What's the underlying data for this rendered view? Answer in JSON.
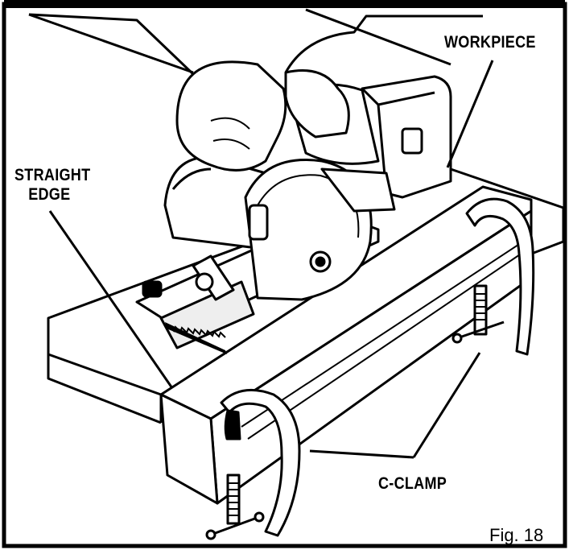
{
  "labels": {
    "workpiece": "WORKPIECE",
    "straight_edge_line1": "STRAIGHT",
    "straight_edge_line2": "EDGE",
    "c_clamp": "C-CLAMP"
  },
  "caption": "Fig. 18",
  "colors": {
    "ink": "#000000",
    "paper": "#ffffff",
    "shade": "#d9d9d9",
    "dark_shade": "#555555"
  }
}
